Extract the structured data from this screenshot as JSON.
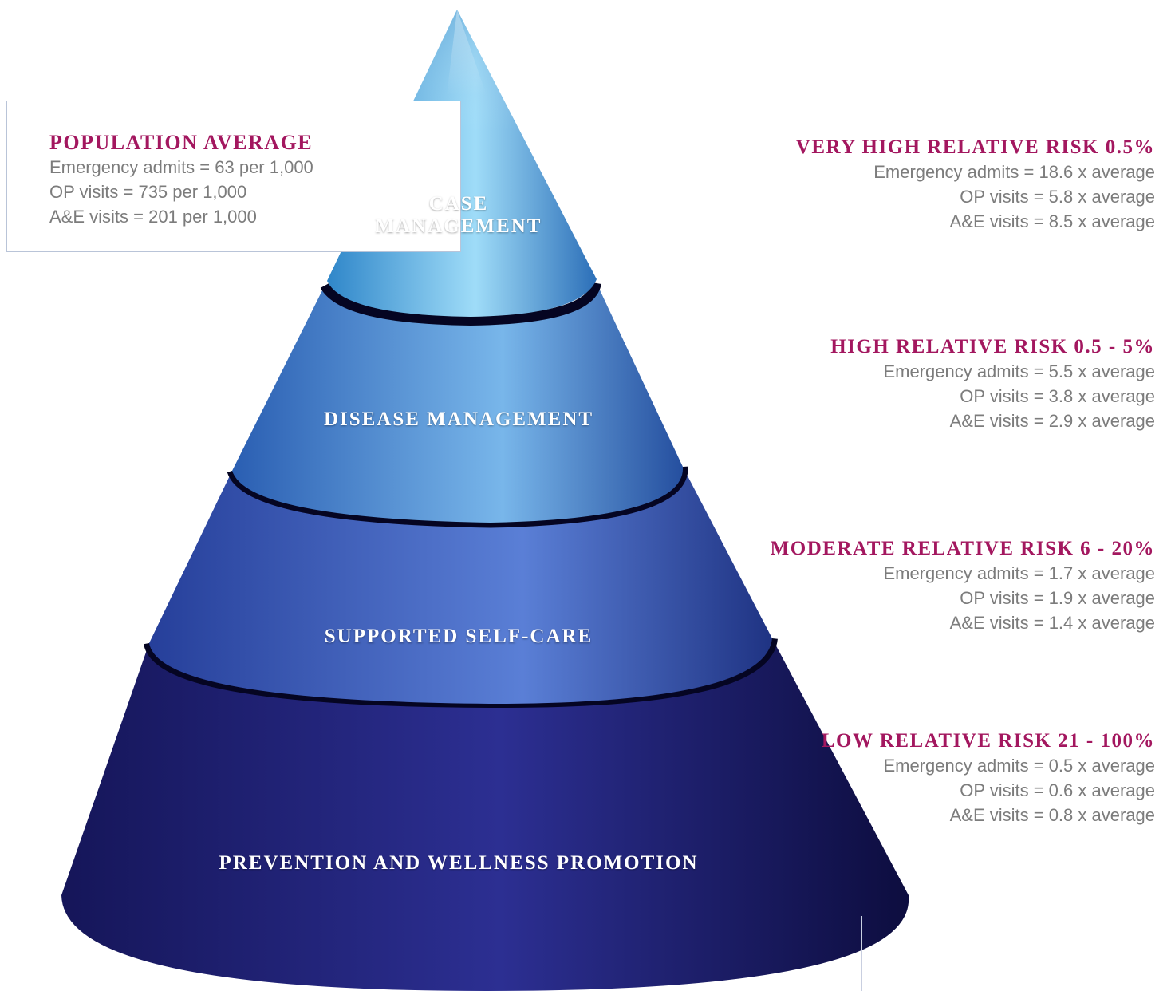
{
  "population_average": {
    "title": "POPULATION AVERAGE",
    "lines": [
      "Emergency admits = 63 per 1,000",
      "OP visits = 735 per 1,000",
      "A&E visits = 201 per 1,000"
    ]
  },
  "risk_levels": [
    {
      "title": "VERY HIGH RELATIVE RISK 0.5%",
      "lines": [
        "Emergency admits = 18.6 x average",
        "OP visits = 5.8 x average",
        "A&E visits = 8.5 x average"
      ]
    },
    {
      "title": "HIGH RELATIVE RISK 0.5 - 5%",
      "lines": [
        "Emergency admits = 5.5 x average",
        "OP visits = 3.8 x average",
        "A&E visits = 2.9 x average"
      ]
    },
    {
      "title": "MODERATE RELATIVE RISK 6 - 20%",
      "lines": [
        "Emergency admits = 1.7 x average",
        "OP visits = 1.9 x average",
        "A&E visits = 1.4 x average"
      ]
    },
    {
      "title": "LOW RELATIVE RISK 21 - 100%",
      "lines": [
        "Emergency admits = 0.5 x average",
        "OP visits = 0.6 x average",
        "A&E visits = 0.8 x average"
      ]
    }
  ],
  "tiers": {
    "case_management": [
      "CASE",
      "MANAGEMENT"
    ],
    "disease_management": "DISEASE MANAGEMENT",
    "supported_self_care": "SUPPORTED SELF-CARE",
    "prevention": "PREVENTION AND WELLNESS PROMOTION"
  },
  "colors": {
    "heading": "#a3175f",
    "body_text": "#7c7c7c",
    "tier1": "#8fd4f5",
    "tier2": "#5fa3e0",
    "tier3": "#3f5fc4",
    "tier4": "#1c1c73"
  }
}
